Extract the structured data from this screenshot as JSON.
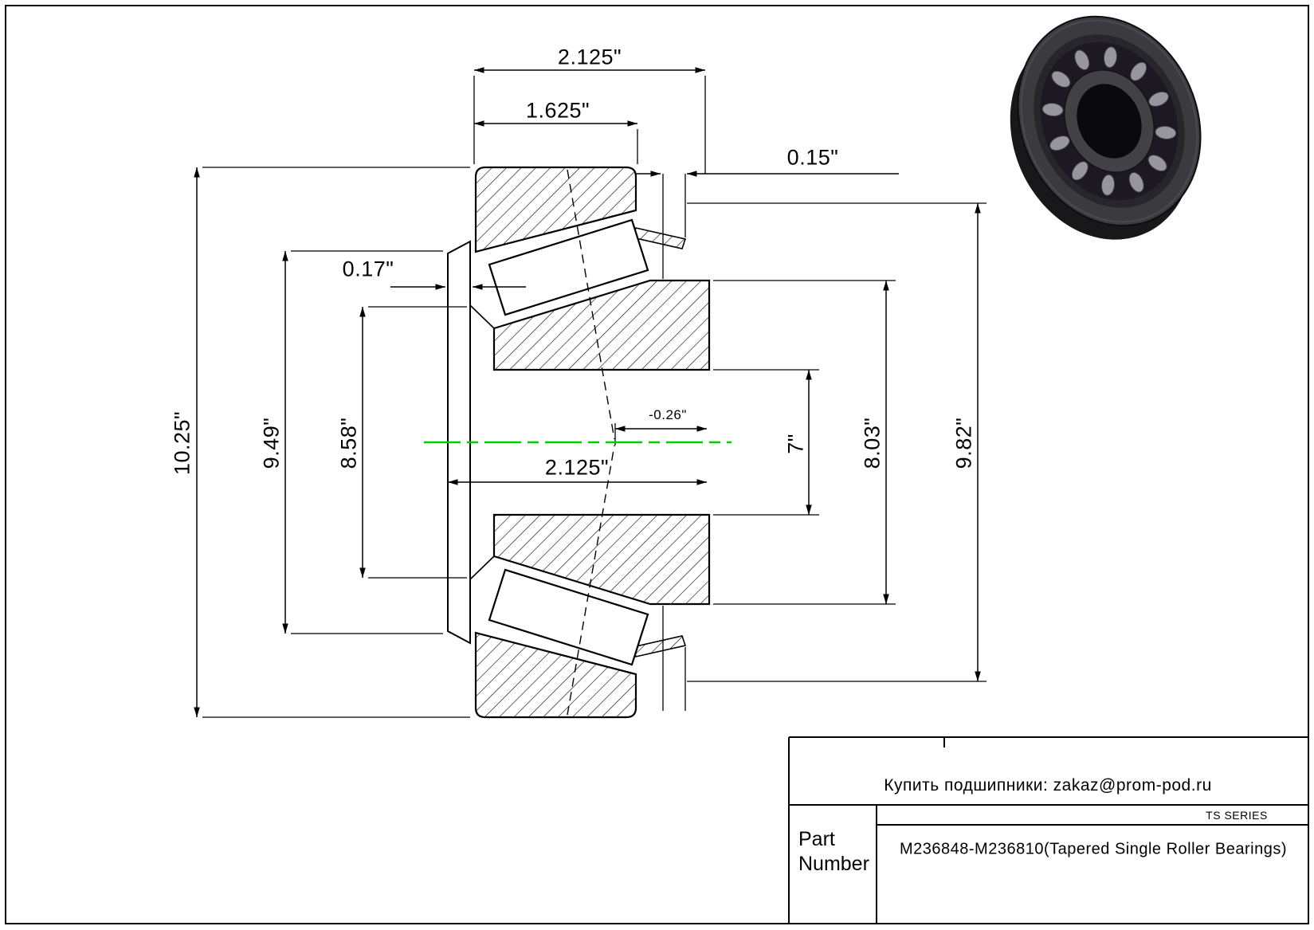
{
  "page": {
    "background": "#ffffff",
    "line_color": "#000000",
    "centerline_color": "#00cc00"
  },
  "drawing": {
    "dims": {
      "width_overall": "2.125\"",
      "width_cup": "1.625\"",
      "standout": "0.15\"",
      "rib_thickness": "0.17\"",
      "dia_outer_flange": "10.25\"",
      "dia_flange": "9.49\"",
      "dia_rib": "8.58\"",
      "width_cone": "2.125\"",
      "effective_center": "-0.26\"",
      "dia_bore": "7\"",
      "dia_cup_front": "8.03\"",
      "dia_outer": "9.82\""
    }
  },
  "title_block": {
    "email_line": "Купить подшипники: zakaz@prom-pod.ru",
    "series": "TS SERIES",
    "part_label": "Part Number",
    "part_number": "M236848-M236810(Tapered Single Roller Bearings)"
  }
}
